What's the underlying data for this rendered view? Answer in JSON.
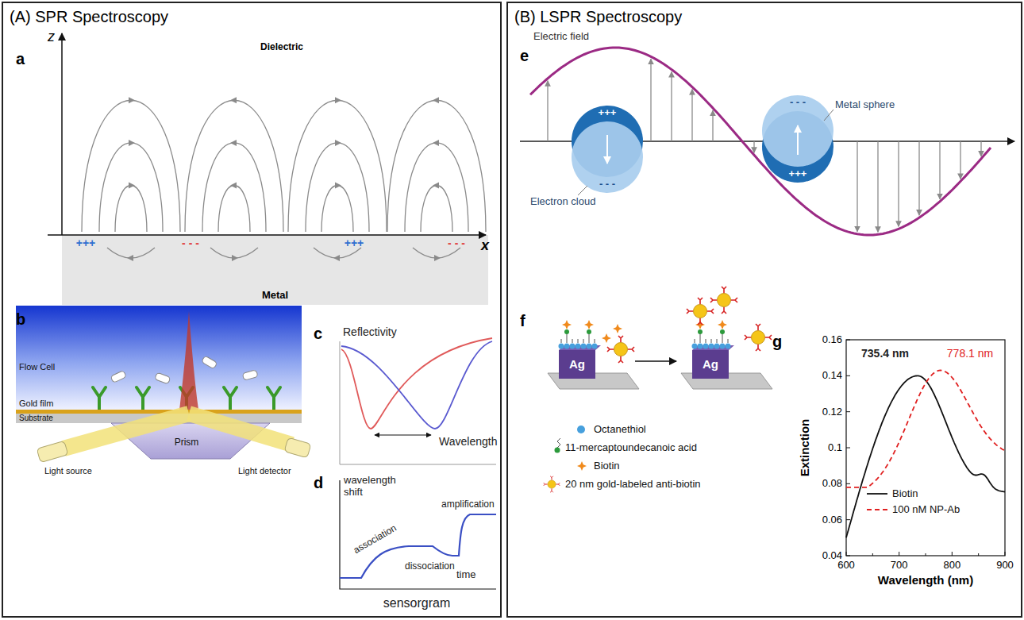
{
  "diagram": {
    "nodes": [
      {
        "text": [
          "(A) SPR Spectroscopy"
        ]
      },
      {
        "text": [
          "(B) LSPR Spectroscopy"
        ]
      },
      {
        "text": [
          "Metal"
        ],
        "in": 0
      },
      {
        "text": [
          "Prism"
        ],
        "in": 0
      },
      {
        "text": [
          "Ag"
        ],
        "in": 1
      },
      {
        "text": [
          "Ag"
        ],
        "in": 1
      }
    ],
    "labels": [
      "a",
      "z",
      "Dielectric",
      "x",
      "+++",
      "- - -",
      "+++",
      "- - -",
      "b",
      "Flow Cell",
      "Gold film",
      "Substrate",
      "Light source",
      "Light detector",
      "c",
      "Reflectivity",
      "Wavelength",
      "d",
      "wavelength shift",
      "association",
      "dissociation",
      "amplification",
      "time",
      "sensorgram",
      "e",
      "Electric field",
      "Metal sphere",
      "Electron cloud",
      "+++",
      "- - -",
      "- - -",
      "+++",
      "f",
      "Octanethiol",
      "11-mercaptoundecanoic acid",
      "Biotin",
      "20 nm gold-labeled anti-biotin",
      "g",
      "735.4 nm",
      "778.1 nm",
      "0.16",
      "0.14",
      "0.12",
      "0.1",
      "0.08",
      "0.06",
      "0.04",
      "600",
      "700",
      "800",
      "900",
      "Extinction",
      "Wavelength (nm)"
    ],
    "legend": [
      {
        "text": "Biotin"
      },
      {
        "text": "100 nM NP-Ab"
      }
    ]
  }
}
